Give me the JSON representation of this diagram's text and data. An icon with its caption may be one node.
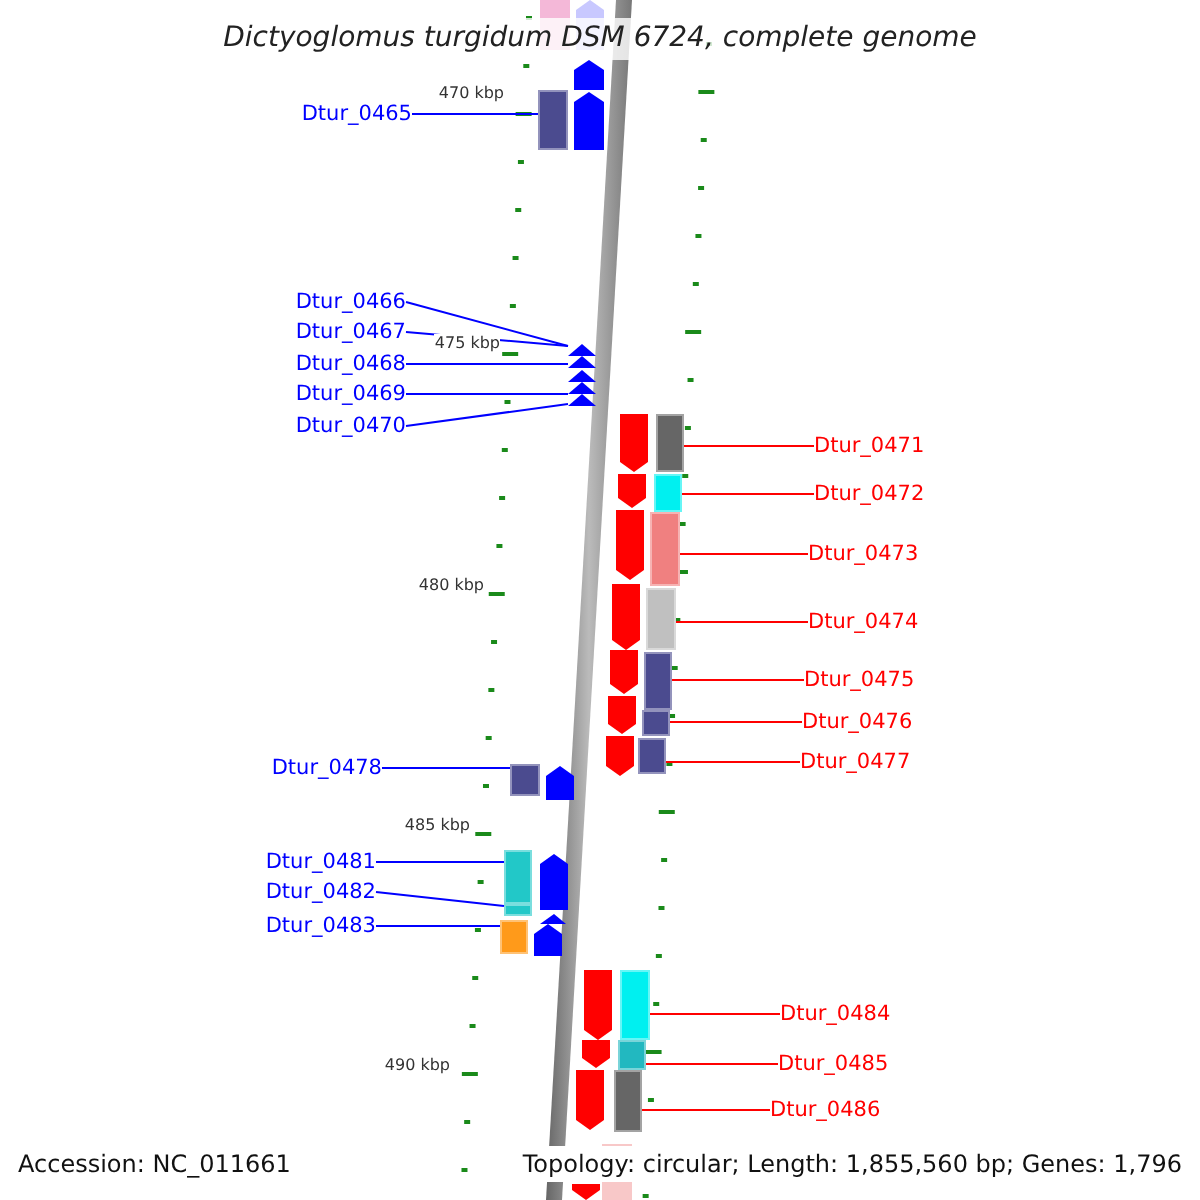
{
  "diagram": {
    "title": "Dictyoglomus turgidum DSM 6724, complete genome",
    "nodes": [
      {
        "text": [
          "Dtur_0465"
        ]
      },
      {
        "text": [
          "Dtur_0466"
        ]
      },
      {
        "text": [
          "Dtur_0467"
        ]
      },
      {
        "text": [
          "Dtur_0468"
        ]
      },
      {
        "text": [
          "Dtur_0469"
        ]
      },
      {
        "text": [
          "Dtur_0470"
        ]
      },
      {
        "text": [
          "Dtur_0471"
        ]
      },
      {
        "text": [
          "Dtur_0472"
        ]
      },
      {
        "text": [
          "Dtur_0473"
        ]
      },
      {
        "text": [
          "Dtur_0474"
        ]
      },
      {
        "text": [
          "Dtur_0475"
        ]
      },
      {
        "text": [
          "Dtur_0476"
        ]
      },
      {
        "text": [
          "Dtur_0477"
        ]
      },
      {
        "text": [
          "Dtur_0478"
        ]
      },
      {
        "text": [
          "Dtur_0481"
        ]
      },
      {
        "text": [
          "Dtur_0482"
        ]
      },
      {
        "text": [
          "Dtur_0483"
        ]
      },
      {
        "text": [
          "Dtur_0484"
        ]
      },
      {
        "text": [
          "Dtur_0485"
        ]
      },
      {
        "text": [
          "Dtur_0486"
        ]
      },
      {
        "text": [],
        "shape": "box"
      },
      {
        "text": [],
        "shape": "triangle"
      },
      {
        "text": [],
        "shape": "box"
      },
      {
        "text": [],
        "shape": "box"
      },
      {
        "text": [],
        "shape": "box"
      },
      {
        "text": [],
        "shape": "box"
      },
      {
        "text": [],
        "shape": "box"
      },
      {
        "text": [],
        "shape": "box"
      },
      {
        "text": [],
        "shape": "box"
      },
      {
        "text": [],
        "shape": "box"
      },
      {
        "text": [],
        "shape": "box"
      },
      {
        "text": [],
        "shape": "box"
      },
      {
        "text": [],
        "shape": "box"
      },
      {
        "text": [],
        "shape": "box"
      },
      {
        "text": [],
        "shape": "box"
      },
      {
        "text": [],
        "shape": "box"
      }
    ],
    "edges": [
      {
        "from": 0,
        "to": 20,
        "arrow": "none",
        "color": "#0000ff"
      },
      {
        "from": 1,
        "to": 21,
        "arrow": "none",
        "color": "#0000ff"
      },
      {
        "from": 2,
        "to": 21,
        "arrow": "none",
        "color": "#0000ff"
      },
      {
        "from": 3,
        "to": 21,
        "arrow": "none",
        "color": "#0000ff"
      },
      {
        "from": 4,
        "to": 21,
        "arrow": "none",
        "color": "#0000ff"
      },
      {
        "from": 5,
        "to": 21,
        "arrow": "none",
        "color": "#0000ff"
      },
      {
        "from": 6,
        "to": 22,
        "arrow": "none",
        "color": "#ff0000"
      },
      {
        "from": 7,
        "to": 23,
        "arrow": "none",
        "color": "#ff0000"
      },
      {
        "from": 8,
        "to": 24,
        "arrow": "none",
        "color": "#ff0000"
      },
      {
        "from": 9,
        "to": 25,
        "arrow": "none",
        "color": "#ff0000"
      },
      {
        "from": 10,
        "to": 26,
        "arrow": "none",
        "color": "#ff0000"
      },
      {
        "from": 11,
        "to": 27,
        "arrow": "none",
        "color": "#ff0000"
      },
      {
        "from": 12,
        "to": 28,
        "arrow": "none",
        "color": "#ff0000"
      },
      {
        "from": 13,
        "to": 29,
        "arrow": "none",
        "color": "#0000ff"
      },
      {
        "from": 14,
        "to": 30,
        "arrow": "none",
        "color": "#0000ff"
      },
      {
        "from": 15,
        "to": 31,
        "arrow": "none",
        "color": "#0000ff"
      },
      {
        "from": 16,
        "to": 32,
        "arrow": "none",
        "color": "#0000ff"
      },
      {
        "from": 17,
        "to": 33,
        "arrow": "none",
        "color": "#ff0000"
      },
      {
        "from": 18,
        "to": 34,
        "arrow": "none",
        "color": "#ff0000"
      },
      {
        "from": 19,
        "to": 35,
        "arrow": "none",
        "color": "#ff0000"
      }
    ],
    "labels": [
      "470 kbp",
      "475 kbp",
      "480 kbp",
      "485 kbp",
      "490 kbp",
      "Accession: NC_011661",
      "Topology: circular; Length: 1,855,560 bp; Genes: 1,796"
    ]
  }
}
